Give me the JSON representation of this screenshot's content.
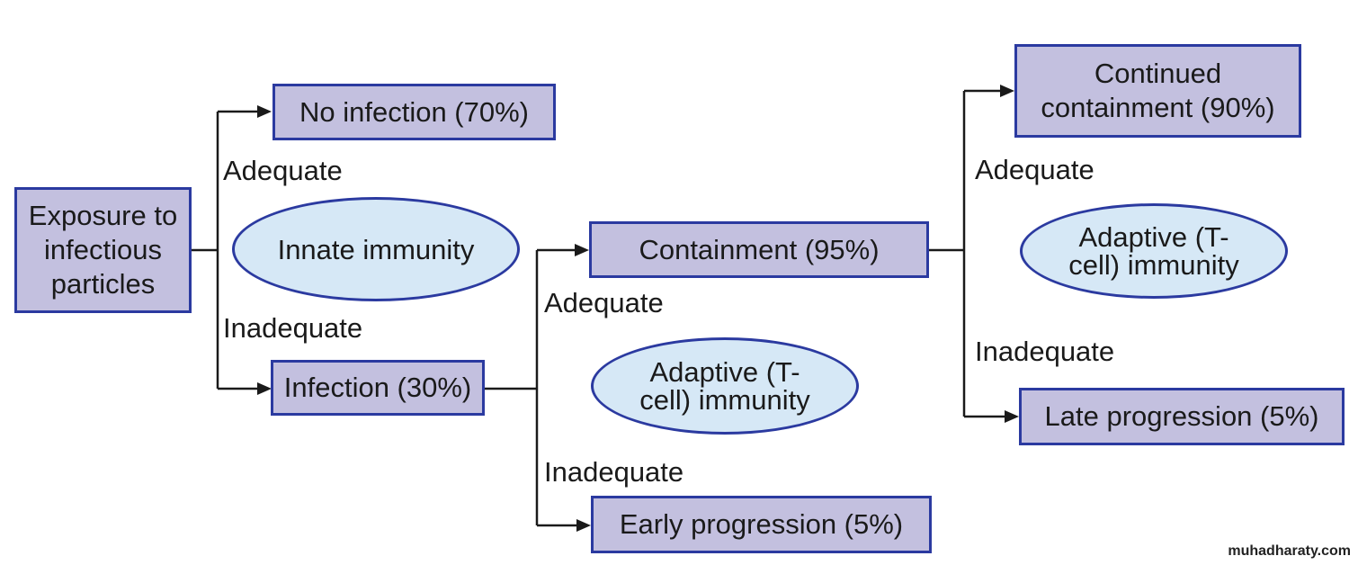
{
  "nodes": {
    "exposure": "Exposure to infectious particles",
    "no_infection": "No infection (70%)",
    "infection": "Infection (30%)",
    "containment": "Containment (95%)",
    "early_progression": "Early progression (5%)",
    "continued_containment": "Continued containment (90%)",
    "late_progression": "Late progression (5%)"
  },
  "mechanisms": {
    "innate": "Innate immunity",
    "adaptive_1": "Adaptive (T-cell) immunity",
    "adaptive_2": "Adaptive (T-cell) immunity"
  },
  "branch_labels": {
    "innate_adequate": "Adequate",
    "innate_inadequate": "Inadequate",
    "adaptive1_adequate": "Adequate",
    "adaptive1_inadequate": "Inadequate",
    "adaptive2_adequate": "Adequate",
    "adaptive2_inadequate": "Inadequate"
  },
  "watermark": "muhadharaty.com",
  "colors": {
    "box_fill": "#c3c0df",
    "oval_fill": "#d6e8f6",
    "border": "#2b3aa0",
    "connector": "#1a1a1a"
  }
}
